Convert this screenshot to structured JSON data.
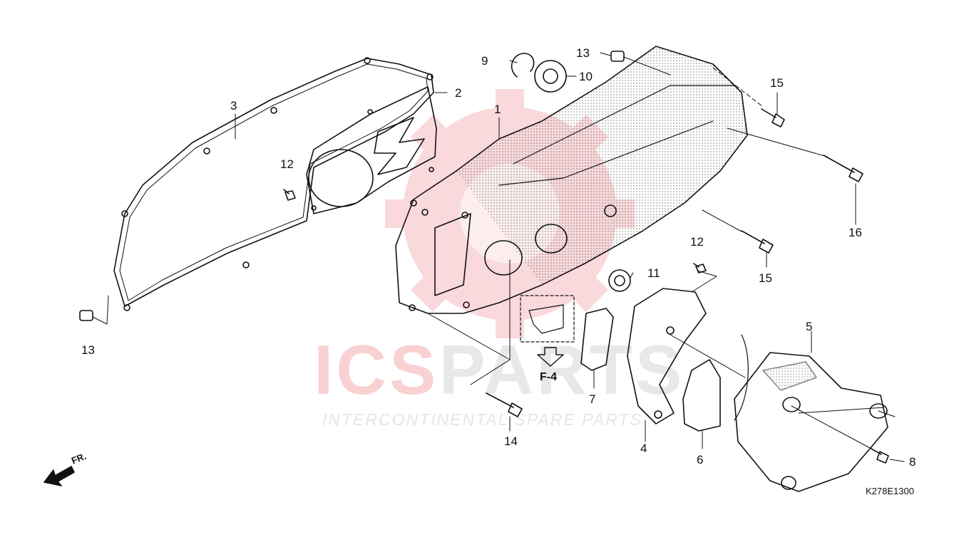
{
  "diagram": {
    "reference_code": "K278E1300",
    "sub_reference": "F-4",
    "direction_label": "FR.",
    "callouts": [
      {
        "id": "1",
        "label": "1"
      },
      {
        "id": "2",
        "label": "2"
      },
      {
        "id": "3",
        "label": "3"
      },
      {
        "id": "4",
        "label": "4"
      },
      {
        "id": "5",
        "label": "5"
      },
      {
        "id": "6",
        "label": "6"
      },
      {
        "id": "7",
        "label": "7"
      },
      {
        "id": "8",
        "label": "8"
      },
      {
        "id": "9",
        "label": "9"
      },
      {
        "id": "10",
        "label": "10"
      },
      {
        "id": "11",
        "label": "11"
      },
      {
        "id": "12a",
        "label": "12"
      },
      {
        "id": "12b",
        "label": "12"
      },
      {
        "id": "13a",
        "label": "13"
      },
      {
        "id": "13b",
        "label": "13"
      },
      {
        "id": "14",
        "label": "14"
      },
      {
        "id": "15a",
        "label": "15"
      },
      {
        "id": "15b",
        "label": "15"
      },
      {
        "id": "16",
        "label": "16"
      }
    ]
  },
  "watermark": {
    "main_left": "ICS",
    "main_right": "PARTS",
    "tagline": "INTERCONTINENTAL SPARE PARTS",
    "colors": {
      "red": "#e2333b",
      "gray": "#9a9a9a"
    }
  }
}
